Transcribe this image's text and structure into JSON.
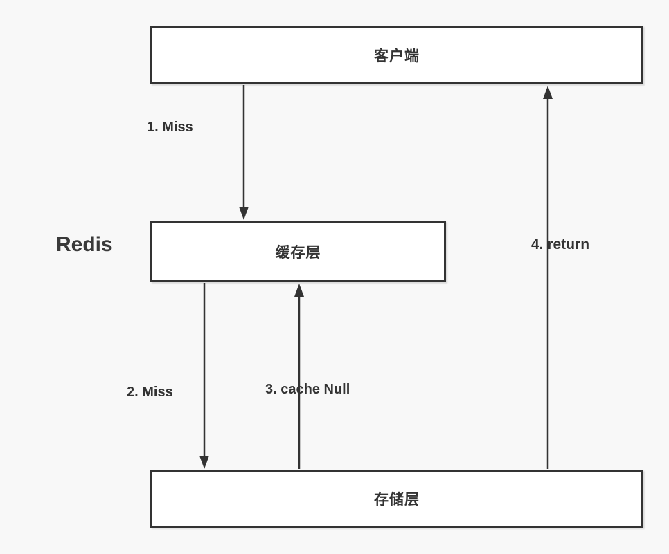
{
  "diagram": {
    "title_semantic": "cache-miss flow diagram",
    "colors": {
      "background": "#f8f8f8",
      "box_fill": "#ffffff",
      "stroke": "#333333",
      "text": "#333333"
    },
    "nodes": {
      "client": {
        "label": "客户端"
      },
      "cache": {
        "label": "缓存层"
      },
      "storage": {
        "label": "存储层"
      }
    },
    "side_label": "Redis",
    "edges": [
      {
        "label": "1. Miss",
        "from": "client",
        "to": "cache",
        "direction": "down"
      },
      {
        "label": "2. Miss",
        "from": "cache",
        "to": "storage",
        "direction": "down"
      },
      {
        "label": "3. cache Null",
        "from": "storage",
        "to": "cache",
        "direction": "up"
      },
      {
        "label": "4. return",
        "from": "storage",
        "to": "client",
        "direction": "up"
      }
    ]
  }
}
